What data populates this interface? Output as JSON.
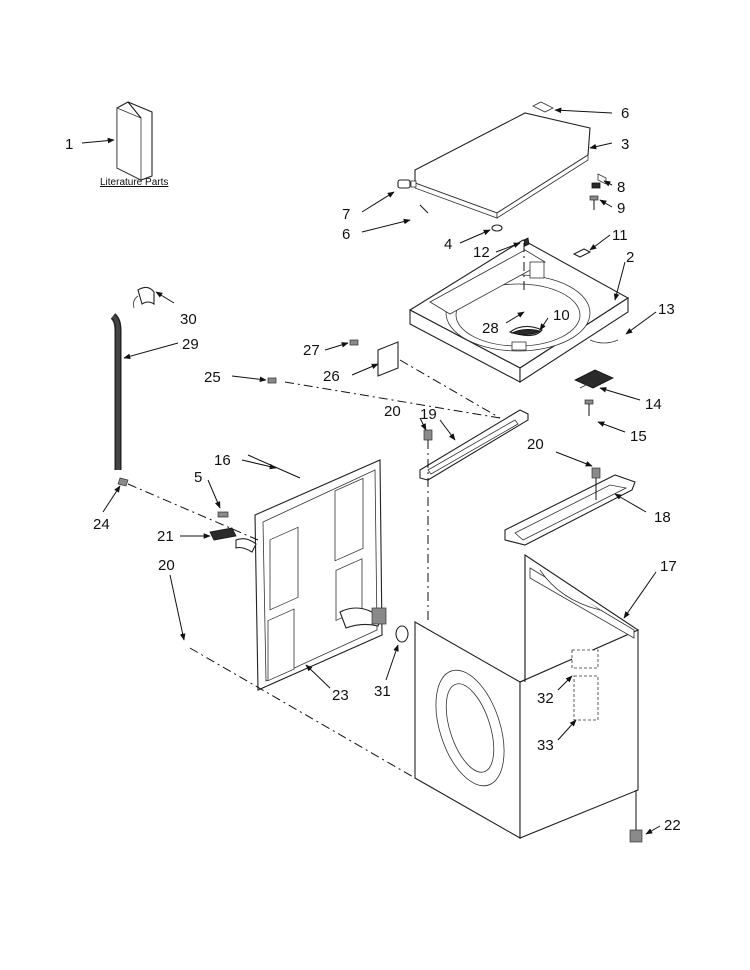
{
  "diagram": {
    "literature_label": "Literature Parts",
    "callouts": {
      "c1": "1",
      "c2": "2",
      "c3": "3",
      "c4": "4",
      "c5": "5",
      "c6a": "6",
      "c6b": "6",
      "c7": "7",
      "c8": "8",
      "c9": "9",
      "c10": "10",
      "c11": "11",
      "c12": "12",
      "c13": "13",
      "c14": "14",
      "c15": "15",
      "c16": "16",
      "c17": "17",
      "c18": "18",
      "c19": "19",
      "c20a": "20",
      "c20b": "20",
      "c20c": "20",
      "c21": "21",
      "c22": "22",
      "c23": "23",
      "c24": "24",
      "c25": "25",
      "c26": "26",
      "c27": "27",
      "c28": "28",
      "c29": "29",
      "c30": "30",
      "c31": "31",
      "c32": "32",
      "c33": "33"
    }
  }
}
